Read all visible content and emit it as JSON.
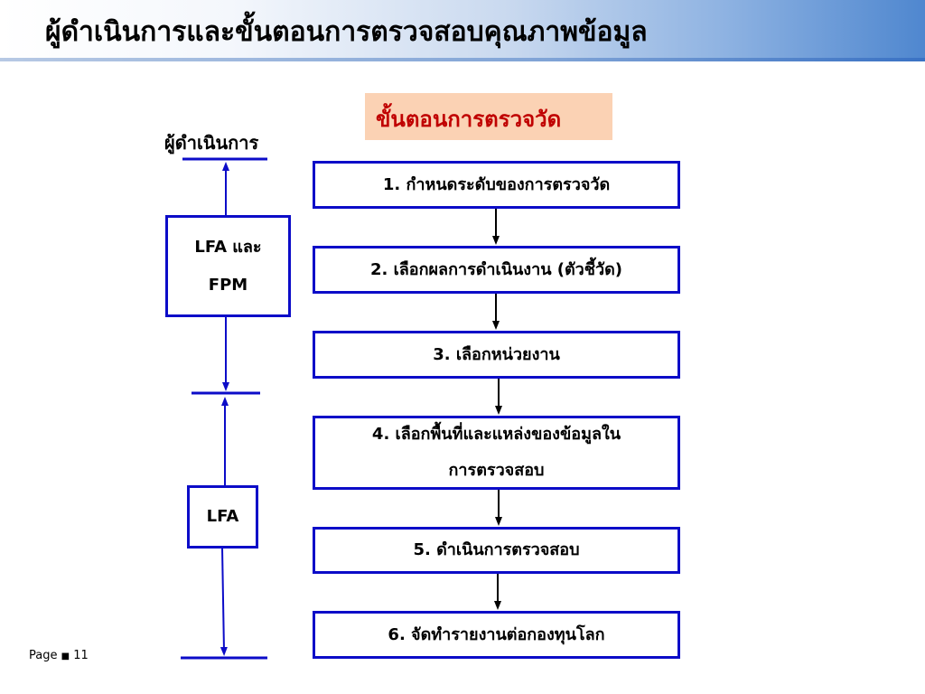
{
  "title": "ผู้ดำเนินการและขั้นตอนการตรวจสอบคุณภาพข้อมูล",
  "steps_header": "ขั้นตอนการตรวจวัด",
  "actors_header": "ผู้ดำเนินการ",
  "actors": [
    {
      "line1": "LFA และ",
      "line2": "FPM"
    },
    {
      "line1": "LFA"
    }
  ],
  "steps": [
    {
      "line1": "1. กำหนดระดับของการตรวจวัด"
    },
    {
      "line1": "2. เลือกผลการดำเนินงาน (ตัวชี้วัด)"
    },
    {
      "line1": "3. เลือกหน่วยงาน"
    },
    {
      "line1": "4. เลือกพื้นที่และแหล่งของข้อมูลใน",
      "line2": "การตรวจสอบ"
    },
    {
      "line1": "5. ดำเนินการตรวจสอบ"
    },
    {
      "line1": "6. จัดทำรายงานต่อกองทุนโลก"
    }
  ],
  "footer": {
    "page_label": "Page",
    "page_number": "11"
  },
  "colors": {
    "box_border": "#0c0cc8",
    "steps_header_bg": "#fbd2b4",
    "steps_header_text": "#c00000"
  }
}
